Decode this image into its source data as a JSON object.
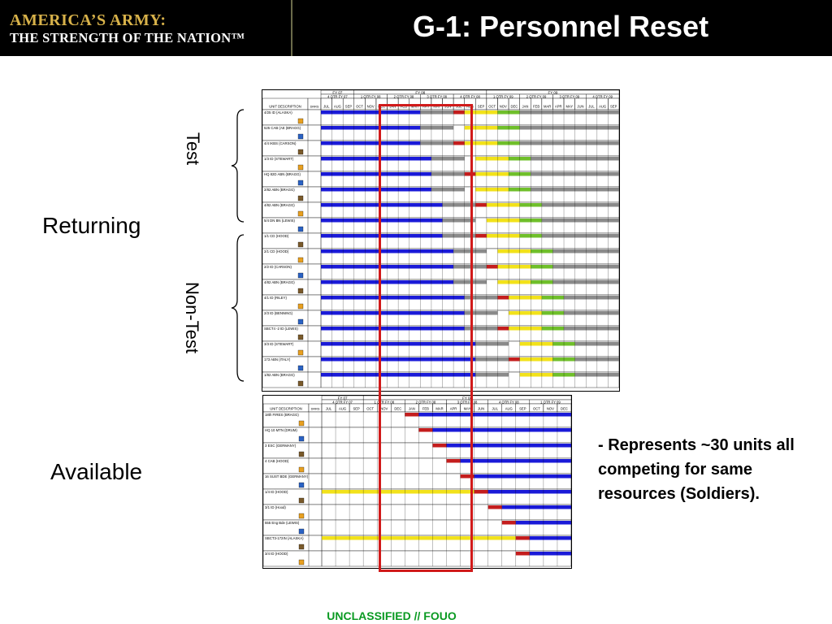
{
  "header": {
    "logo_line1": "AMERICA’S ARMY:",
    "logo_line2": "THE STRENGTH OF  THE NATION™",
    "title": "G-1: Personnel Reset"
  },
  "labels": {
    "returning": "Returning",
    "available": "Available",
    "test": "Test",
    "non_test": "Non-Test"
  },
  "note": "- Represents ~30 units all competing for same resources (Soldiers).",
  "footer": "UNCLASSIFIED // FOUO",
  "colors": {
    "blue": "#1a1ad8",
    "grey": "#8a8a8a",
    "yellow": "#f2e21a",
    "green": "#6fbf2a",
    "red": "#c41d1d",
    "highlight": "#d11a1a",
    "green_text": "#0a9a22"
  },
  "top_table": {
    "fy_headers": [
      "FY 07",
      "FY 08",
      "FY 09"
    ],
    "quarters": [
      "4 QTR FY 07",
      "1 QTR FY 08",
      "2 QTR FY 08",
      "3 QTR FY 08",
      "4 QTR FY 08",
      "1 QTR FY 09",
      "2 QTR FY 09",
      "3 QTR FY 09",
      "4 QTR FY 09"
    ],
    "col_unit": "UNIT DESCRIPTION",
    "col_uic": "DRRS",
    "months": [
      "JUL",
      "AUG",
      "SEP",
      "OCT",
      "NOV",
      "DEC",
      "JAN",
      "FEB",
      "MAR",
      "APR",
      "MAY",
      "JUN",
      "JUL",
      "AUG",
      "SEP",
      "OCT",
      "NOV",
      "DEC",
      "JAN",
      "FEB",
      "MAR",
      "APR",
      "MAY",
      "JUN",
      "JUL",
      "AUG",
      "SEP"
    ],
    "units": [
      "4/25 ID (ALASKA)",
      "525 CAB (AE (BRAGG)",
      "4/4 IKBS (CARSON)",
      "1/3 ID (STEWART)",
      "HQ 82D ABN (BRAGG)",
      "2/82 ABN (BRAGG)",
      "4/82 ABN (BRAGG)",
      "5/4 DN BN (LEWIS)",
      "1/1 CD (HOOD)",
      "2/1 CD (HOOD)",
      "2/2 ID (CARSON)",
      "4/82 ABN (BRAGG)",
      "4/1 ID (RILEY)",
      "2/3 ID (BENNING)",
      "SBCT4 -2 ID (LEWIS)",
      "3/3 ID (STEWART)",
      "173 ABN (ITALY)",
      "1/82 ABN (BRAGG)"
    ]
  },
  "bottom_table": {
    "fy_headers": [
      "FY 07",
      "FY 08"
    ],
    "quarters": [
      "4 QTR FY 07",
      "1 QTR FY 08",
      "2 QTR FY 08",
      "3 QTR FY 08",
      "4 QTR FY 08",
      "1 QTR FY 09"
    ],
    "col_unit": "UNIT DESCRIPTION",
    "col_uic": "DRRS",
    "months": [
      "JUL",
      "AUG",
      "SEP",
      "OCT",
      "NOV",
      "DEC",
      "JAN",
      "FEB",
      "MAR",
      "APR",
      "MAY",
      "JUN",
      "JUL",
      "AUG",
      "SEP",
      "OCT",
      "NOV",
      "DEC"
    ],
    "units": [
      "18th FIRES (BRAGG)",
      "HQ 10 MTN (DRUM)",
      "3 ESC (GERMANY)",
      "4 CAB (HOOD)",
      "16 SUST BDE (GERMANY)",
      "1/4 ID (HOOD)",
      "3/1 ID (Hood)",
      "555 Eng Bde (LEWIS)",
      "SBCT3-172IN (ALASKA)",
      "3/4 ID (HOOD)"
    ]
  }
}
